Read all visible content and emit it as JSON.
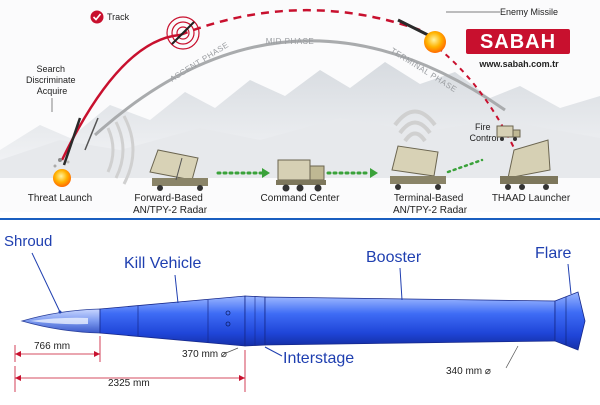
{
  "top": {
    "phases": {
      "ascent": "ASCENT PHASE",
      "mid": "MID PHASE",
      "terminal": "TERMINAL PHASE"
    },
    "track_label": "Track",
    "enemy_missile_label": "Enemy Missile",
    "search_lines": [
      "Search",
      "Discriminate",
      "Acquire"
    ],
    "fire_control_lines": [
      "Fire",
      "Control"
    ],
    "stations": {
      "threat_launch": "Threat Launch",
      "forward_radar": [
        "Forward-Based",
        "AN/TPY-2 Radar"
      ],
      "command_center": "Command Center",
      "terminal_radar": [
        "Terminal-Based",
        "AN/TPY-2 Radar"
      ],
      "thaad_launcher": "THAAD Launcher"
    },
    "watermark": {
      "brand": "SABAH",
      "url": "www.sabah.com.tr"
    }
  },
  "bottom": {
    "parts": {
      "shroud": "Shroud",
      "kill_vehicle": "Kill Vehicle",
      "booster": "Booster",
      "flare": "Flare",
      "interstage": "Interstage"
    },
    "dimensions": {
      "shroud_length": "766 mm",
      "kv_length": "2325 mm",
      "kv_diameter": "370 mm ⌀",
      "booster_diameter": "340 mm ⌀"
    }
  },
  "colors": {
    "red_accent": "#c8102e",
    "label_blue": "#1f3fb0",
    "missile_blue": "#2f5ff0",
    "green_arrow": "#3aa23a",
    "divider_blue": "#1a5fc0"
  }
}
